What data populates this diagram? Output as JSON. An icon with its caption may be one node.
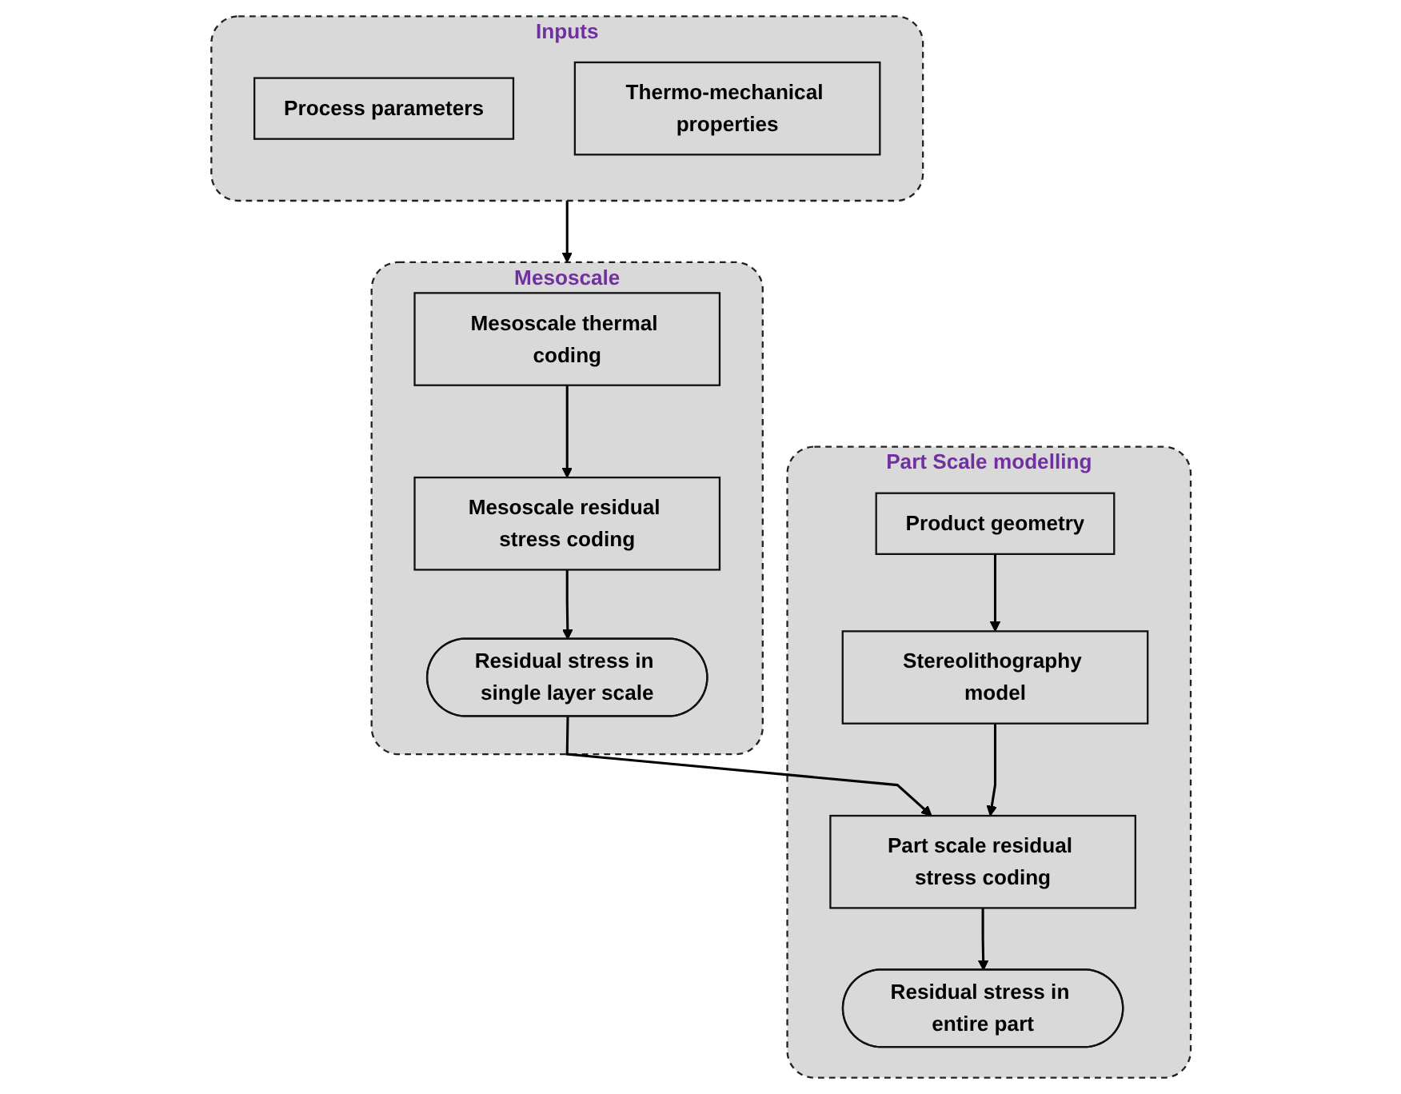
{
  "diagram": {
    "nodes": [
      {
        "text": [
          "Inputs"
        ]
      },
      {
        "text": [
          "Process parameters"
        ],
        "in": 0
      },
      {
        "text": [
          "Thermo-mechanical properties"
        ],
        "in": 0
      },
      {
        "text": [
          "Mesoscale"
        ]
      },
      {
        "text": [
          "Mesoscale thermal coding"
        ],
        "in": 3
      },
      {
        "text": [
          "Mesoscale residual stress coding"
        ],
        "in": 3
      },
      {
        "text": [
          "Residual stress in single layer scale"
        ],
        "in": 3
      },
      {
        "text": [
          "Part Scale modelling"
        ]
      },
      {
        "text": [
          "Product geometry"
        ],
        "in": 7
      },
      {
        "text": [
          "Stereolithography model"
        ],
        "in": 7
      },
      {
        "text": [
          "Part scale residual stress coding"
        ],
        "in": 7
      },
      {
        "text": [
          "Residual stress in entire part"
        ],
        "in": 7
      }
    ],
    "edges": [
      {
        "from": 0,
        "to": 3,
        "arrow": "to"
      },
      {
        "from": 4,
        "to": 5,
        "arrow": "to"
      },
      {
        "from": 5,
        "to": 6,
        "arrow": "to"
      },
      {
        "from": 6,
        "to": 10,
        "arrow": "to"
      },
      {
        "from": 8,
        "to": 9,
        "arrow": "to"
      },
      {
        "from": 9,
        "to": 10,
        "arrow": "to"
      },
      {
        "from": 10,
        "to": 11,
        "arrow": "to"
      }
    ]
  }
}
